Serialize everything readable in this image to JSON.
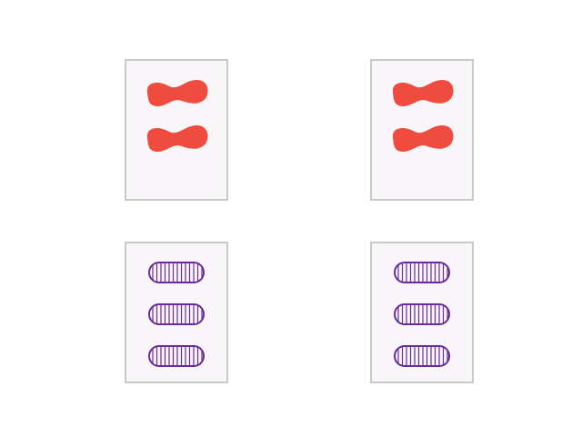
{
  "cards": [
    {
      "count": 2,
      "shape": "squiggle",
      "fill": "solid",
      "color": "#ef4b3f"
    },
    {
      "count": 2,
      "shape": "squiggle",
      "fill": "solid",
      "color": "#ef4b3f"
    },
    {
      "count": 3,
      "shape": "oval",
      "fill": "striped",
      "color": "#6a2a9a"
    },
    {
      "count": 3,
      "shape": "oval",
      "fill": "striped",
      "color": "#6a2a9a"
    }
  ]
}
